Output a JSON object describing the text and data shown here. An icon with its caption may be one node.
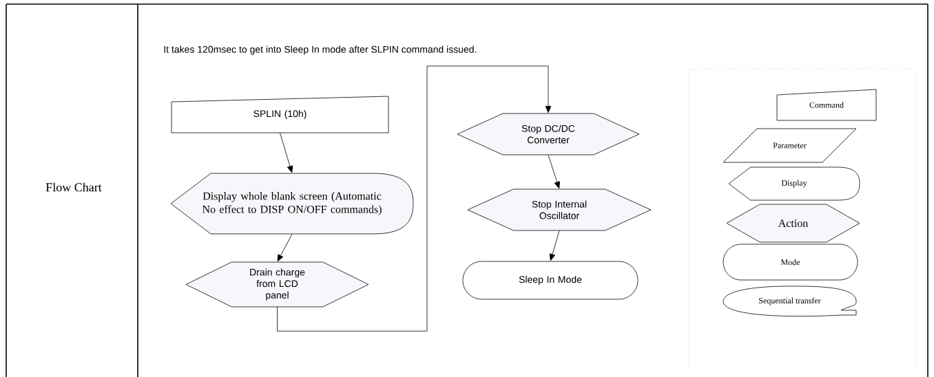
{
  "diagram": {
    "nodes": [
      {
        "text": [
          "SPLIN (10h)"
        ]
      },
      {
        "text": [
          "Display whole blank screen (Automatic No effect to DISP ON/OFF commands)"
        ]
      },
      {
        "text": [
          "Drain charge from LCD panel"
        ]
      },
      {
        "text": [
          "Stop DC/DC Converter"
        ]
      },
      {
        "text": [
          "Stop Internal Oscillator"
        ]
      },
      {
        "text": [
          "Sleep In Mode"
        ]
      }
    ],
    "edges": [
      {
        "from": 0,
        "to": 1,
        "arrow": "to"
      },
      {
        "from": 1,
        "to": 2,
        "arrow": "to"
      },
      {
        "from": 2,
        "to": 3,
        "arrow": "to"
      },
      {
        "from": 3,
        "to": 4,
        "arrow": "to"
      },
      {
        "from": 4,
        "to": 5,
        "arrow": "to"
      }
    ],
    "labels": [
      "Flow Chart",
      "It takes 120msec to get into Sleep In mode after SLPIN command issued."
    ],
    "legend": [
      {
        "text": "Command"
      },
      {
        "text": "Parameter"
      },
      {
        "text": "Display"
      },
      {
        "text": "Action"
      },
      {
        "text": "Mode"
      },
      {
        "text": "Sequential transfer"
      }
    ]
  }
}
